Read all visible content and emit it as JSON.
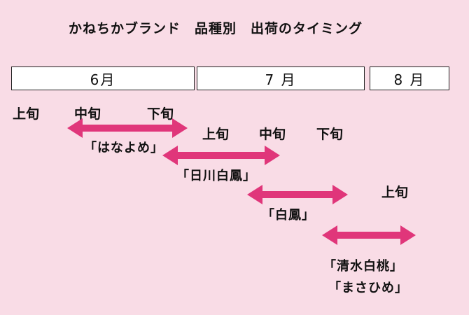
{
  "title": "かねちかブランド　品種別　出荷のタイミング",
  "months": [
    "6月",
    "7 月",
    "8 月"
  ],
  "dekads": {
    "early": "上旬",
    "mid": "中旬",
    "late": "下旬"
  },
  "varieties": {
    "hanayome": "「はなよめ」",
    "nikkawa_hakuho": "「日川白鳳」",
    "hakuho": "「白鳳」",
    "shimizu_hakuto": "「清水白桃」",
    "masahime": "「まさひめ」"
  },
  "arrow_color": "#e0367a",
  "background_color": "#f9dce6"
}
